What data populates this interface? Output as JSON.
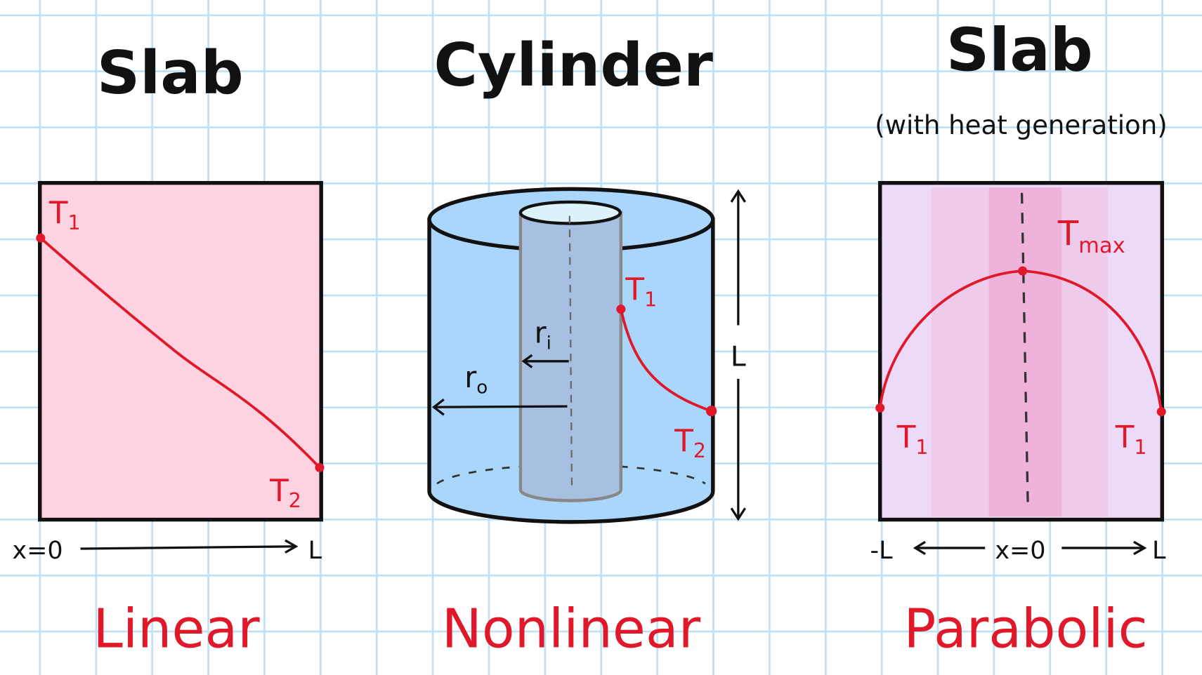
{
  "panels": [
    {
      "title": "Slab",
      "labels": {
        "t_start": "T",
        "t_start_sub": "1",
        "t_end": "T",
        "t_end_sub": "2",
        "axis_start": "x=0",
        "axis_end": "L"
      },
      "caption": "Linear"
    },
    {
      "title": "Cylinder",
      "labels": {
        "t_start": "T",
        "t_start_sub": "1",
        "t_end": "T",
        "t_end_sub": "2",
        "r_inner": "r",
        "r_inner_sub": "i",
        "r_outer": "r",
        "r_outer_sub": "o",
        "height": "L"
      },
      "caption": "Nonlinear"
    },
    {
      "title": "Slab",
      "subtitle": "(with heat generation)",
      "labels": {
        "t_max": "T",
        "t_max_sub": "max",
        "t_left": "T",
        "t_left_sub": "1",
        "t_right": "T",
        "t_right_sub": "1",
        "axis_left": "-L",
        "axis_center": "x=0",
        "axis_right": "L"
      },
      "caption": "Parabolic"
    }
  ],
  "colors": {
    "grid": "#bfe0f5",
    "curve": "#e0192a",
    "slab_fill": "#fdd3e1",
    "cyl_fill": "#a9d6fa",
    "gen_fill": "#eddaf8"
  }
}
